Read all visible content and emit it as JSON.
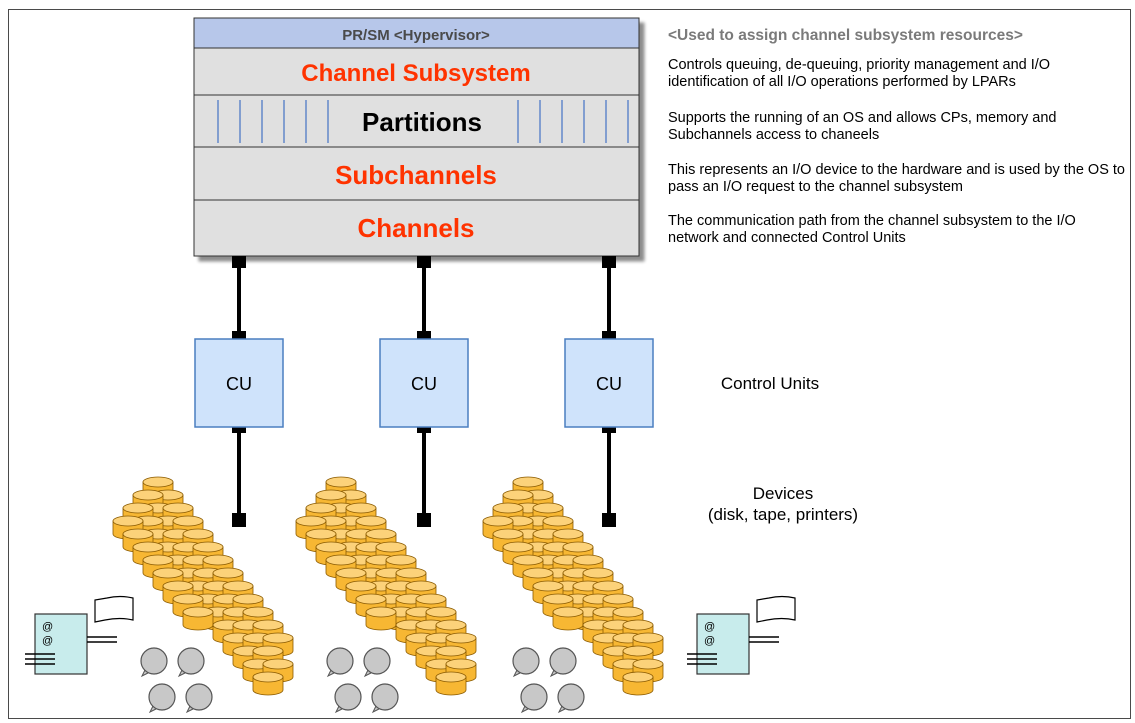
{
  "hypervisor": {
    "label": "PR/SM <Hypervisor>"
  },
  "layers": [
    {
      "label": "Channel Subsystem",
      "color": "#ff3300",
      "description": "Controls queuing, de-queuing, priority management and I/O identification of all I/O operations performed by LPARs"
    },
    {
      "label": "Partitions",
      "color": "#000000",
      "description": "Supports the running of an OS and allows CPs, memory and Subchannels access to chaneels"
    },
    {
      "label": "Subchannels",
      "color": "#ff3300",
      "description": "This represents an I/O device to the hardware and is used by the OS to pass an I/O request to the channel subsystem"
    },
    {
      "label": "Channels",
      "color": "#ff3300",
      "description": "The communication path from the channel subsystem to the I/O network and connected Control Units"
    }
  ],
  "header_note": "<Used to assign channel subsystem resources>",
  "control_units": [
    {
      "label": "CU"
    },
    {
      "label": "CU"
    },
    {
      "label": "CU"
    }
  ],
  "labels": {
    "control_units": "Control Units",
    "devices_line1": "Devices",
    "devices_line2": "(disk, tape, printers)"
  },
  "printer_glyph": "@",
  "colors": {
    "hypervisor_fill": "#b7c7ea",
    "layer_fill": "#e0e0e0",
    "cu_fill": "#cfe3fb",
    "cu_stroke": "#4a7ec0",
    "disk_fill": "#f7b733",
    "disk_stroke": "#8a5a00",
    "tape_fill": "#c8c8c8",
    "printer_fill": "#c8ecec",
    "partition_lines": "#4472c4",
    "note_gray": "#7a7a7a"
  }
}
